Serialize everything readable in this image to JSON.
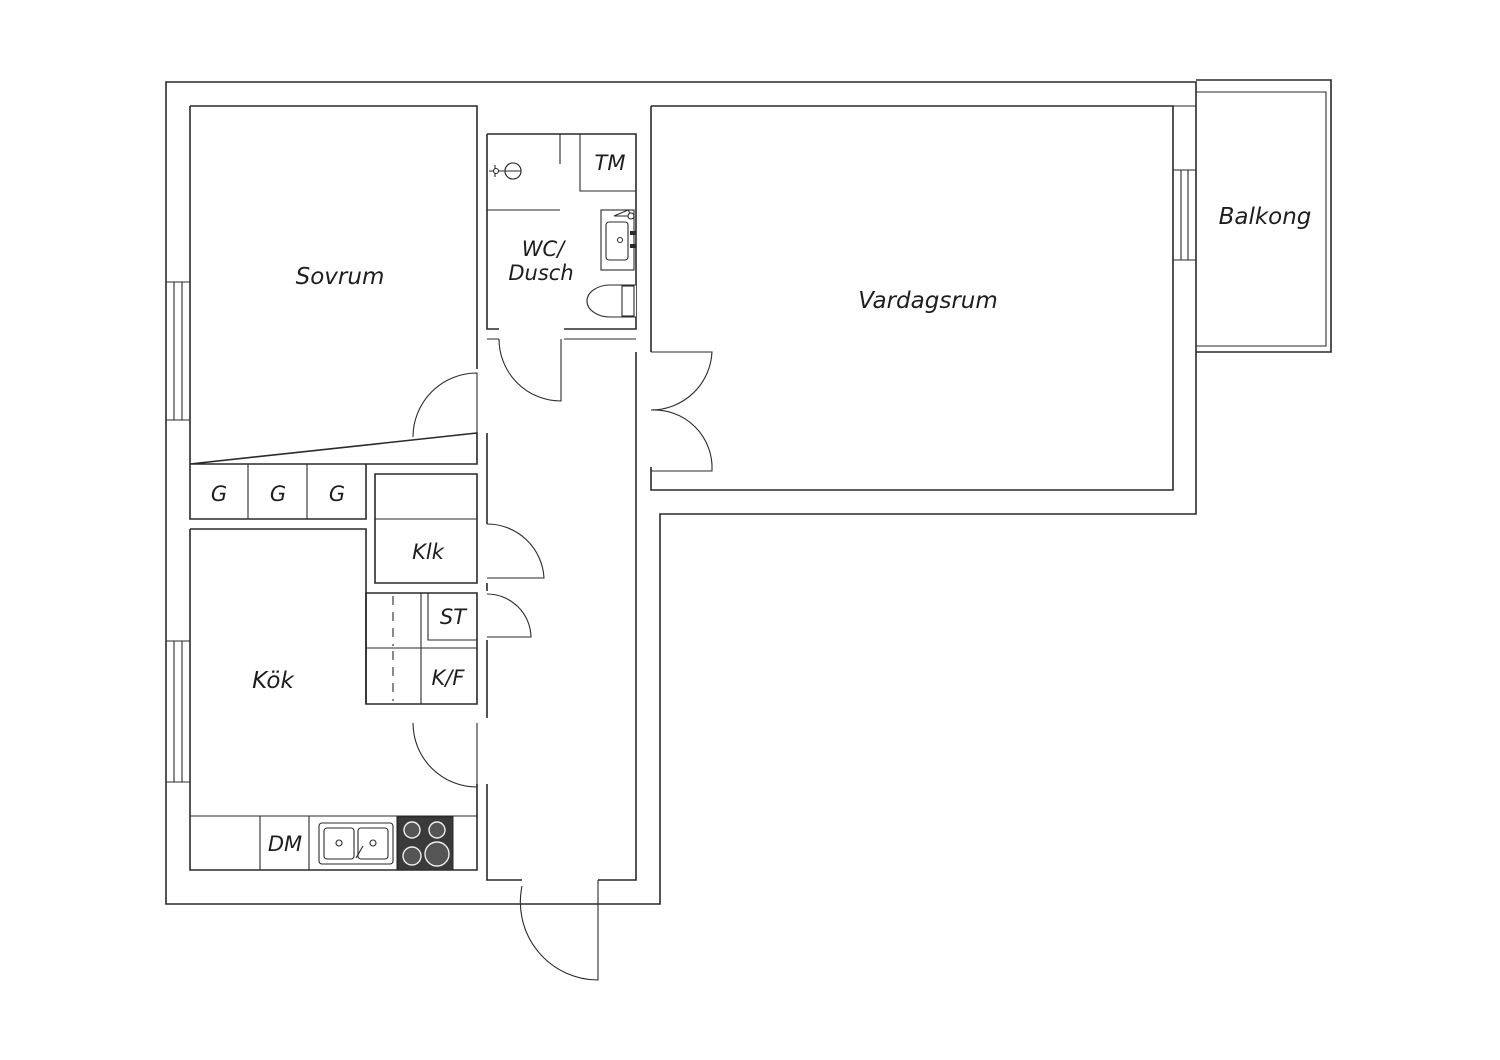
{
  "rooms": {
    "sovrum": "Sovrum",
    "wc_line1": "WC/",
    "wc_line2": "Dusch",
    "tm": "TM",
    "vardagsrum": "Vardagsrum",
    "balkong": "Balkong",
    "klk": "Klk",
    "st": "ST",
    "kf": "K/F",
    "kok": "Kök",
    "dm": "DM",
    "g1": "G",
    "g2": "G",
    "g3": "G"
  },
  "icons": {
    "sink": "kitchen-sink-icon",
    "stove": "stove-icon",
    "toilet": "toilet-icon",
    "washbasin": "washbasin-icon",
    "shower": "shower-icon"
  },
  "colors": {
    "line": "#2a2a2a",
    "background": "#ffffff",
    "stove": "#3a3a3a"
  }
}
